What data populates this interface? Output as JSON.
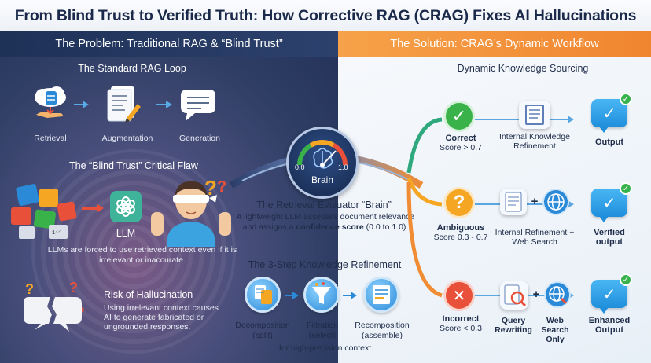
{
  "title": "From Blind Trust to Verified Truth: How Corrective RAG (CRAG) Fixes AI Hallucinations",
  "left": {
    "header": "The Problem: Traditional RAG & “Blind Trust”",
    "loop_title": "The Standard RAG Loop",
    "loop_steps": [
      "Retrieval",
      "Augmentation",
      "Generation"
    ],
    "flaw_title": "The “Blind Trust” Critical Flaw",
    "llm_label": "LLM",
    "flaw_text": "LLMs are forced to use retrieved context even if it is irrelevant or inaccurate.",
    "risk_title": "Risk of Hallucination",
    "risk_text": "Using irrelevant context causes AI to generate fabricated or ungrounded responses."
  },
  "center": {
    "gauge_min": "0.0",
    "gauge_max": "1.0",
    "brain_label": "Brain",
    "evaluator_title": "The Retrieval Evaluator “Brain”",
    "evaluator_text_1": "A lightweight LLM assesses document relevance",
    "evaluator_text_2a": "and assigns a ",
    "evaluator_text_2b": "confidence score",
    "evaluator_text_2c": " (0.0 to 1.0).",
    "refine_title": "The 3-Step Knowledge Refinement",
    "steps": [
      {
        "name": "Decomposition",
        "sub": "(split)"
      },
      {
        "name": "Filtration",
        "sub": "(select)"
      },
      {
        "name": "Recomposition",
        "sub": "(assemble)"
      }
    ],
    "refine_note": "for high-precision context."
  },
  "right": {
    "header": "The Solution: CRAG’s Dynamic Workflow",
    "section_title": "Dynamic Knowledge Sourcing",
    "correct": {
      "label": "Correct",
      "score": "Score > 0.7",
      "action": "Internal Knowledge Refinement",
      "output": "Output"
    },
    "ambiguous": {
      "label": "Ambiguous",
      "score": "Score 0.3 - 0.7",
      "action": "Internal Refinement + Web Search",
      "output": "Verified output"
    },
    "incorrect": {
      "label": "Incorrect",
      "score": "Score < 0.3",
      "action1": "Query Rewriting",
      "action2": "Web Search Only",
      "output": "Enhanced Output"
    },
    "plus": "+"
  },
  "icons": {
    "check": "✓",
    "question": "?",
    "cross": "✕"
  },
  "colors": {
    "correct": "#39b24a",
    "ambiguous": "#f5a623",
    "incorrect": "#e8503a",
    "blue": "#2b8ad8"
  }
}
